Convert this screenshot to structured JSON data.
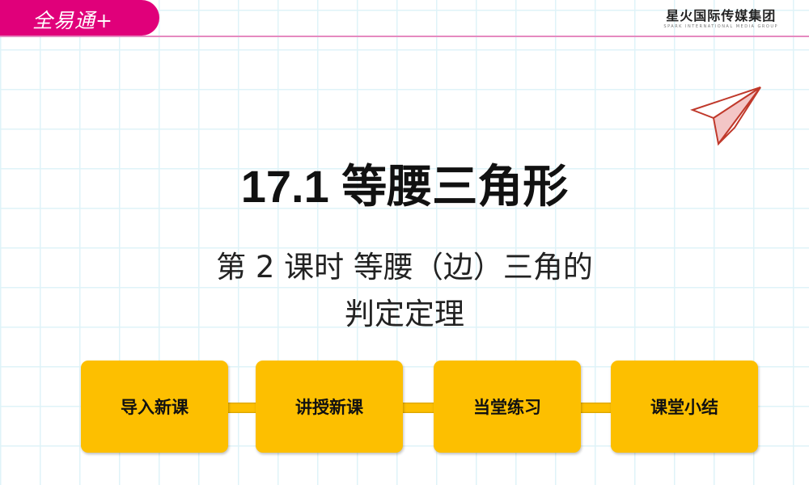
{
  "header": {
    "logo_text": "全易通+",
    "brand_cn": "星火国际传媒集团",
    "brand_en": "SPARK INTERNATIONAL MEDIA GROUP"
  },
  "title": "17.1  等腰三角形",
  "subtitle_line1": "第 2 课时  等腰（边）三角的",
  "subtitle_line2": "判定定理",
  "nav": [
    {
      "label": "导入新课"
    },
    {
      "label": "讲授新课"
    },
    {
      "label": "当堂练习"
    },
    {
      "label": "课堂小结"
    }
  ],
  "colors": {
    "accent": "#e0007a",
    "button": "#fdbf00"
  }
}
